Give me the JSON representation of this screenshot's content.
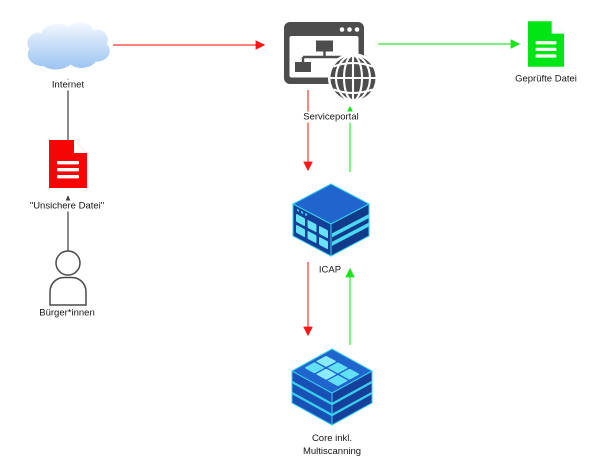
{
  "nodes": {
    "internet": {
      "label": "Internet"
    },
    "unsafe_file": {
      "label": "\"Unsichere Datei\""
    },
    "citizen": {
      "label": "Bürger*innen"
    },
    "serviceportal": {
      "label": "Serviceportal"
    },
    "checked_file": {
      "label": "Geprüfte Datei"
    },
    "icap": {
      "label": "ICAP"
    },
    "core": {
      "label_line1": "Core inkl.",
      "label_line2": "Multiscanning"
    }
  },
  "edges": [
    {
      "from": "citizen",
      "to": "unsafe_file",
      "color": "#3d3d3d"
    },
    {
      "from": "unsafe_file",
      "to": "internet",
      "color": "#3d3d3d"
    },
    {
      "from": "internet",
      "to": "serviceportal",
      "color": "#ff3333"
    },
    {
      "from": "serviceportal",
      "to": "checked_file",
      "color": "#33e833"
    },
    {
      "from": "serviceportal",
      "to": "icap",
      "color": "#ff3333"
    },
    {
      "from": "icap",
      "to": "serviceportal",
      "color": "#33e833"
    },
    {
      "from": "icap",
      "to": "core",
      "color": "#ff3333"
    },
    {
      "from": "core",
      "to": "icap",
      "color": "#33e833"
    }
  ],
  "colors": {
    "unsafe_file_red": "#f60505",
    "checked_file_green": "#00e614",
    "flow_unsafe": "#ff3333",
    "flow_safe": "#33e833",
    "neutral_line": "#3d3d3d",
    "icon_gray": "#4d4d4d",
    "cloud_blue": "#a5c9f3",
    "server_blue_top": "#2064ce",
    "server_blue_side": "#133f98",
    "server_accent_cyan": "#4bdaf3"
  }
}
